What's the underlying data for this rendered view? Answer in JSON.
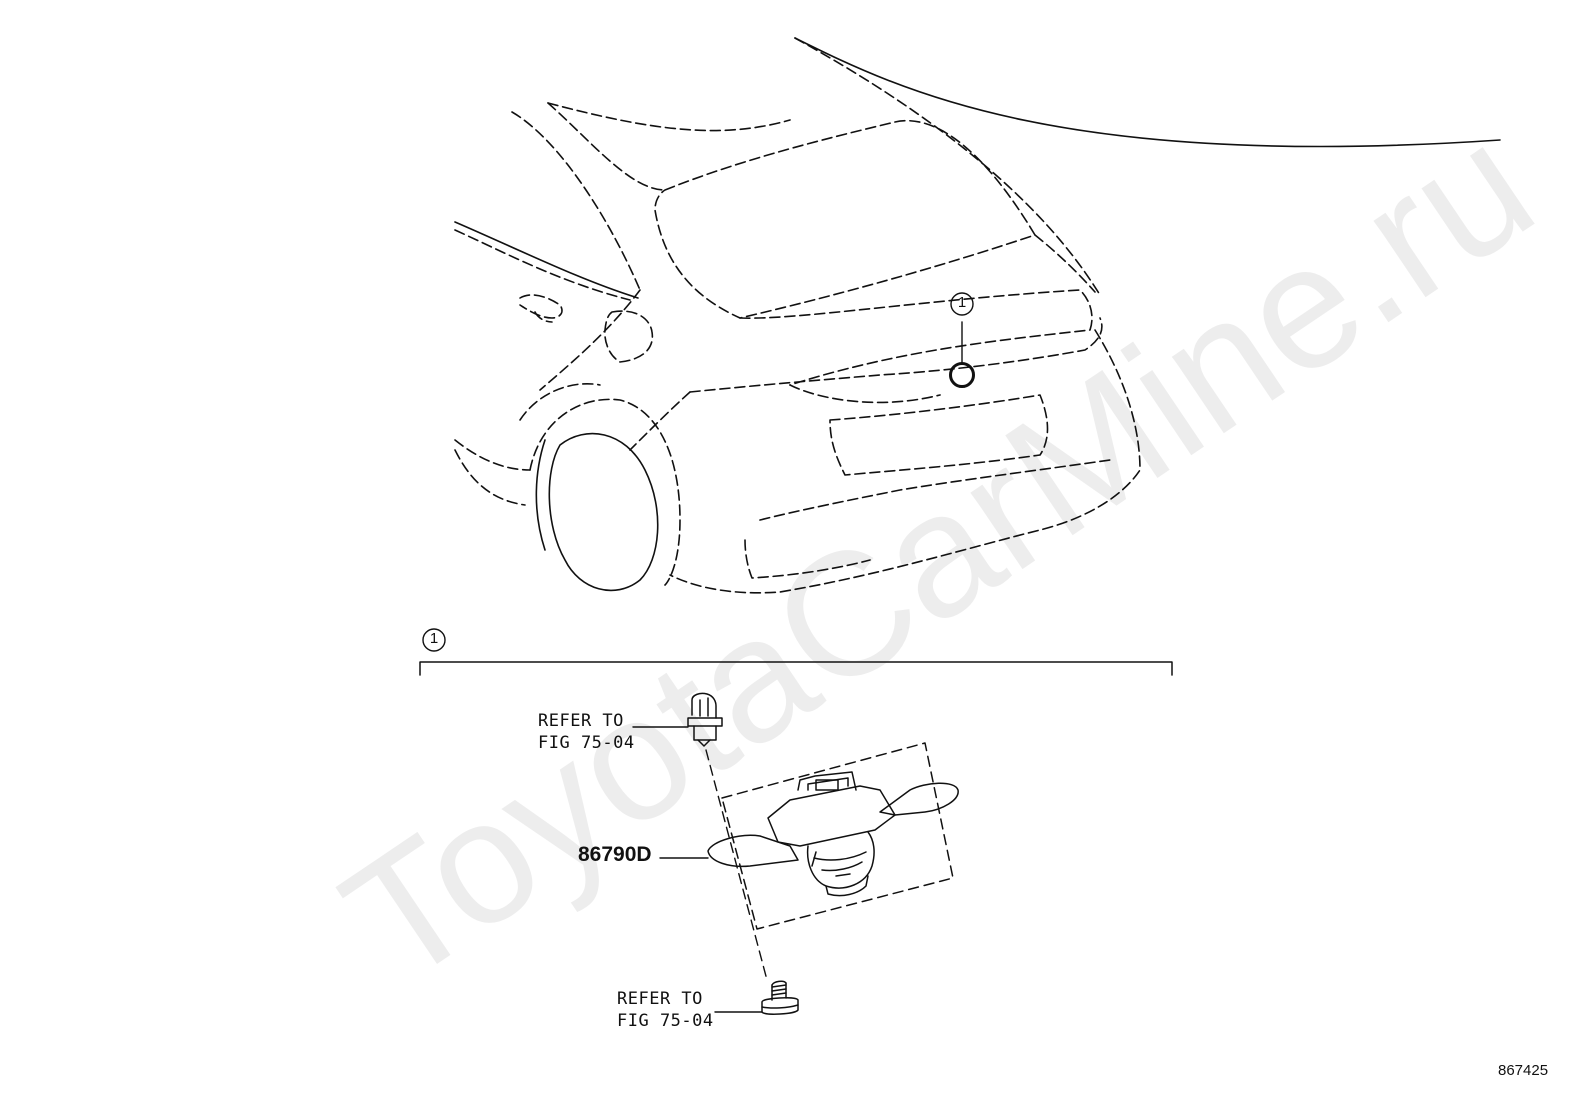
{
  "watermark": "ToyotaCarMine.ru",
  "callouts": {
    "top_number": "1",
    "group_number": "1"
  },
  "parts": {
    "camera_part_number": "86790D"
  },
  "references": {
    "upper": {
      "line1": "REFER TO",
      "line2": "FIG 75-04"
    },
    "lower": {
      "line1": "REFER TO",
      "line2": "FIG 75-04"
    }
  },
  "illustration_number": "867425",
  "colors": {
    "line": "#111111",
    "background": "#ffffff"
  },
  "icons": [
    "clip-fastener-icon",
    "bolt-icon",
    "camera-assembly-icon"
  ]
}
